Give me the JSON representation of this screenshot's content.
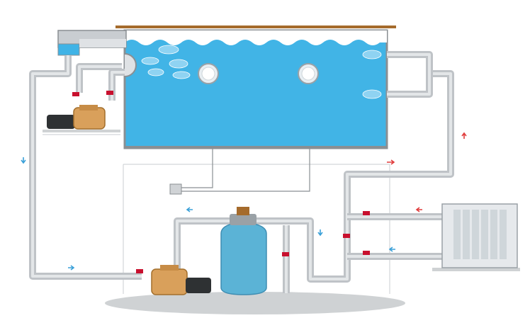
{
  "colors": {
    "water": "#3fb3e6",
    "water_light": "#8fd3f2",
    "pipe": "#bfc3c7",
    "valve": "#c8102e",
    "arrow_red": "#e03b3b",
    "arrow_blue": "#3aa0d8",
    "filter_tank": "#5bb3d6",
    "pump_body": "#d9a05b",
    "pool_edge": "#a56b2c",
    "ground": "#cfd2d4"
  },
  "components": {
    "pool": {
      "icon": "pool-basin"
    },
    "skimmer": {
      "icon": "skimmer-box"
    },
    "heat_pump": {
      "icon": "heat-pump-unit"
    },
    "sand_filter": {
      "icon": "sand-filter-tank"
    },
    "main_pump": {
      "icon": "circulation-pump"
    },
    "aux_pump": {
      "icon": "auxiliary-pump"
    },
    "control_box": {
      "icon": "control-box"
    }
  },
  "flow": {
    "arrows": [
      {
        "id": "left-return",
        "direction": "down",
        "color": "blue"
      },
      {
        "id": "bottom-to-pump",
        "direction": "right",
        "color": "blue"
      },
      {
        "id": "filter-top",
        "direction": "left",
        "color": "blue"
      },
      {
        "id": "filter-right-down",
        "direction": "down",
        "color": "blue"
      },
      {
        "id": "heatpump-bottom",
        "direction": "left",
        "color": "blue"
      },
      {
        "id": "heatpump-top",
        "direction": "left",
        "color": "red"
      },
      {
        "id": "riser-right",
        "direction": "up",
        "color": "red"
      },
      {
        "id": "guide-red",
        "direction": "right",
        "color": "red"
      }
    ]
  }
}
